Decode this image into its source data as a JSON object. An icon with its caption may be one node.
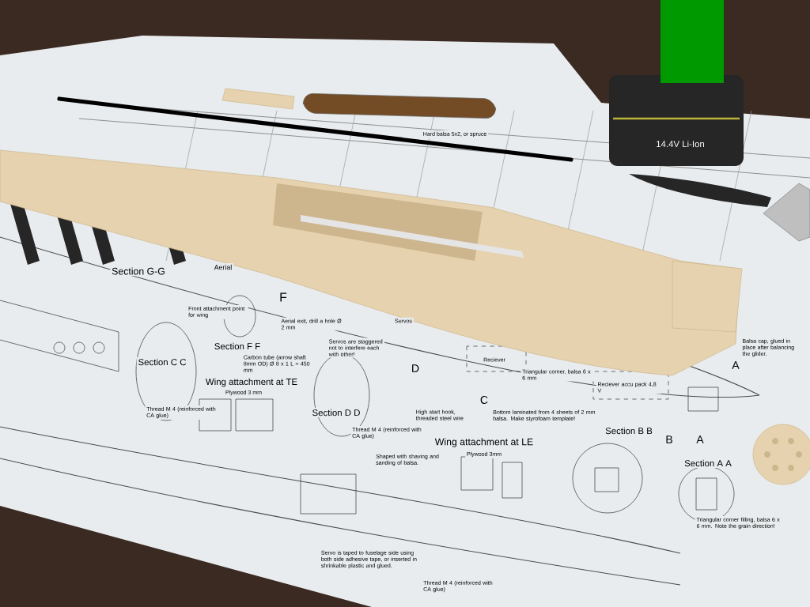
{
  "diagram": {
    "labels": [
      "Section G-G",
      "Aerial",
      "F",
      "Front attachment point for wing",
      "Aerial exit, drill a hole Ø 2 mm",
      "Servos",
      "Section F F",
      "Carbon tube (arrow shaft 8mm OD) Ø 8 x 1 L = 450 mm",
      "Section C C",
      "Servos are staggered not to interfere each with other!",
      "Reciever",
      "Triangular corner, balsa 6 x 6 mm",
      "Reciever accu pack 4,8 V",
      "Balsa cap, glued in place after balancing the glider.",
      "A",
      "D",
      "C",
      "Wing attachment at TE",
      "Plywood 3 mm",
      "Thread M 4 (reinforced with CA glue)",
      "Section D D",
      "High start hook, threaded steel wire",
      "Bottom laminated from 4 sheets of 2 mm balsa. Make styrofoam template!",
      "Thread M 4 (reinforced with CA glue)",
      "Wing attachment at LE",
      "Plywood 3mm",
      "Section B B",
      "B",
      "A",
      "Section A A",
      "Shaped with shaving and sanding of balsa.",
      "Servo is taped to fuselage side using both side adhesive tape, or inserted in shrinkable plastic and glued.",
      "Thread M 4 (reinforced with CA glue)",
      "Triangular corner filling, balsa 6 x 6 mm. Note the grain direction!",
      "Hard balsa 5x2, or spruce",
      "14.4V Li-Ion"
    ]
  }
}
